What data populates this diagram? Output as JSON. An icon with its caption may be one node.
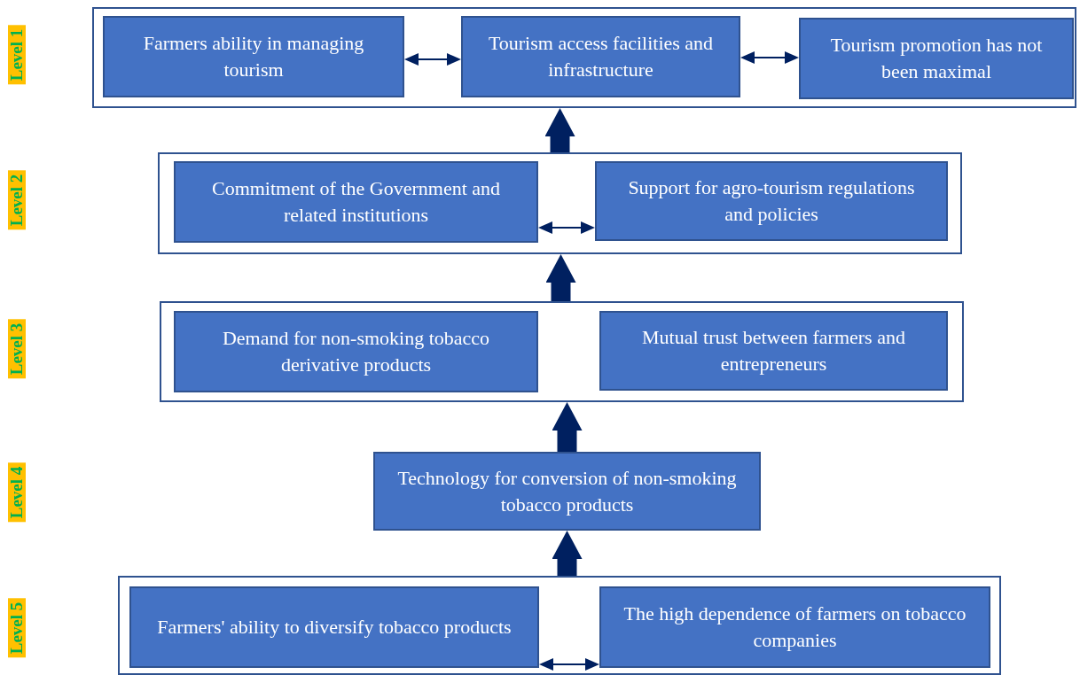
{
  "diagram": {
    "nodes": [
      {
        "text": [],
        "shape": "box"
      },
      {
        "text": [
          "Farmers ability in managing tourism"
        ],
        "in": 0
      },
      {
        "text": [
          "Tourism access facilities and infrastructure"
        ],
        "in": 0
      },
      {
        "text": [
          "Tourism promotion has not been maximal"
        ],
        "in": 0
      },
      {
        "text": [],
        "shape": "box"
      },
      {
        "text": [
          "Commitment of the Government and related institutions"
        ],
        "in": 4
      },
      {
        "text": [
          "Support for agro-tourism regulations and policies"
        ],
        "in": 4
      },
      {
        "text": [],
        "shape": "box"
      },
      {
        "text": [
          "Demand for non-smoking tobacco derivative products"
        ],
        "in": 7
      },
      {
        "text": [
          "Mutual trust between farmers and entrepreneurs"
        ],
        "in": 7
      },
      {
        "text": [
          "Technology for conversion of non-smoking tobacco products"
        ]
      },
      {
        "text": [],
        "shape": "box"
      },
      {
        "text": [
          "Farmers' ability to diversify tobacco products"
        ],
        "in": 11
      },
      {
        "text": [
          "The high dependence of farmers on tobacco companies"
        ],
        "in": 11
      }
    ],
    "edges": [
      {
        "from": 1,
        "to": 2,
        "arrow": "both"
      },
      {
        "from": 2,
        "to": 3,
        "arrow": "both"
      },
      {
        "from": 5,
        "to": 6,
        "arrow": "both"
      },
      {
        "from": 12,
        "to": 13,
        "arrow": "both"
      },
      {
        "from": 4,
        "to": 0,
        "arrow": "to",
        "style": "thick"
      },
      {
        "from": 7,
        "to": 4,
        "arrow": "to",
        "style": "thick"
      },
      {
        "from": 10,
        "to": 7,
        "arrow": "to",
        "style": "thick"
      },
      {
        "from": 11,
        "to": 10,
        "arrow": "to",
        "style": "thick"
      }
    ],
    "labels": [
      "Level 1",
      "Level 2",
      "Level 3",
      "Level 4",
      "Level 5"
    ]
  }
}
